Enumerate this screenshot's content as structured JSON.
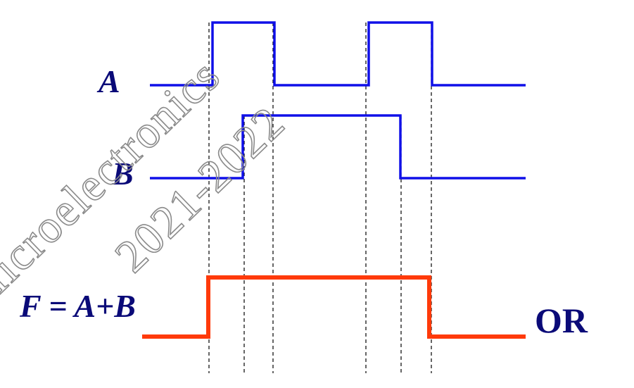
{
  "signals": {
    "a_label": "A",
    "b_label": "B",
    "f_label": "F = A+B"
  },
  "gate_label": "OR",
  "watermark": {
    "line1": "Microelectronics",
    "line2": "2021-2022"
  },
  "colors": {
    "input_wave": "#1010e8",
    "output_wave": "#ff3a0a",
    "label": "#0a0a78",
    "guide": "#000000",
    "watermark": "#8a8a8a"
  }
}
